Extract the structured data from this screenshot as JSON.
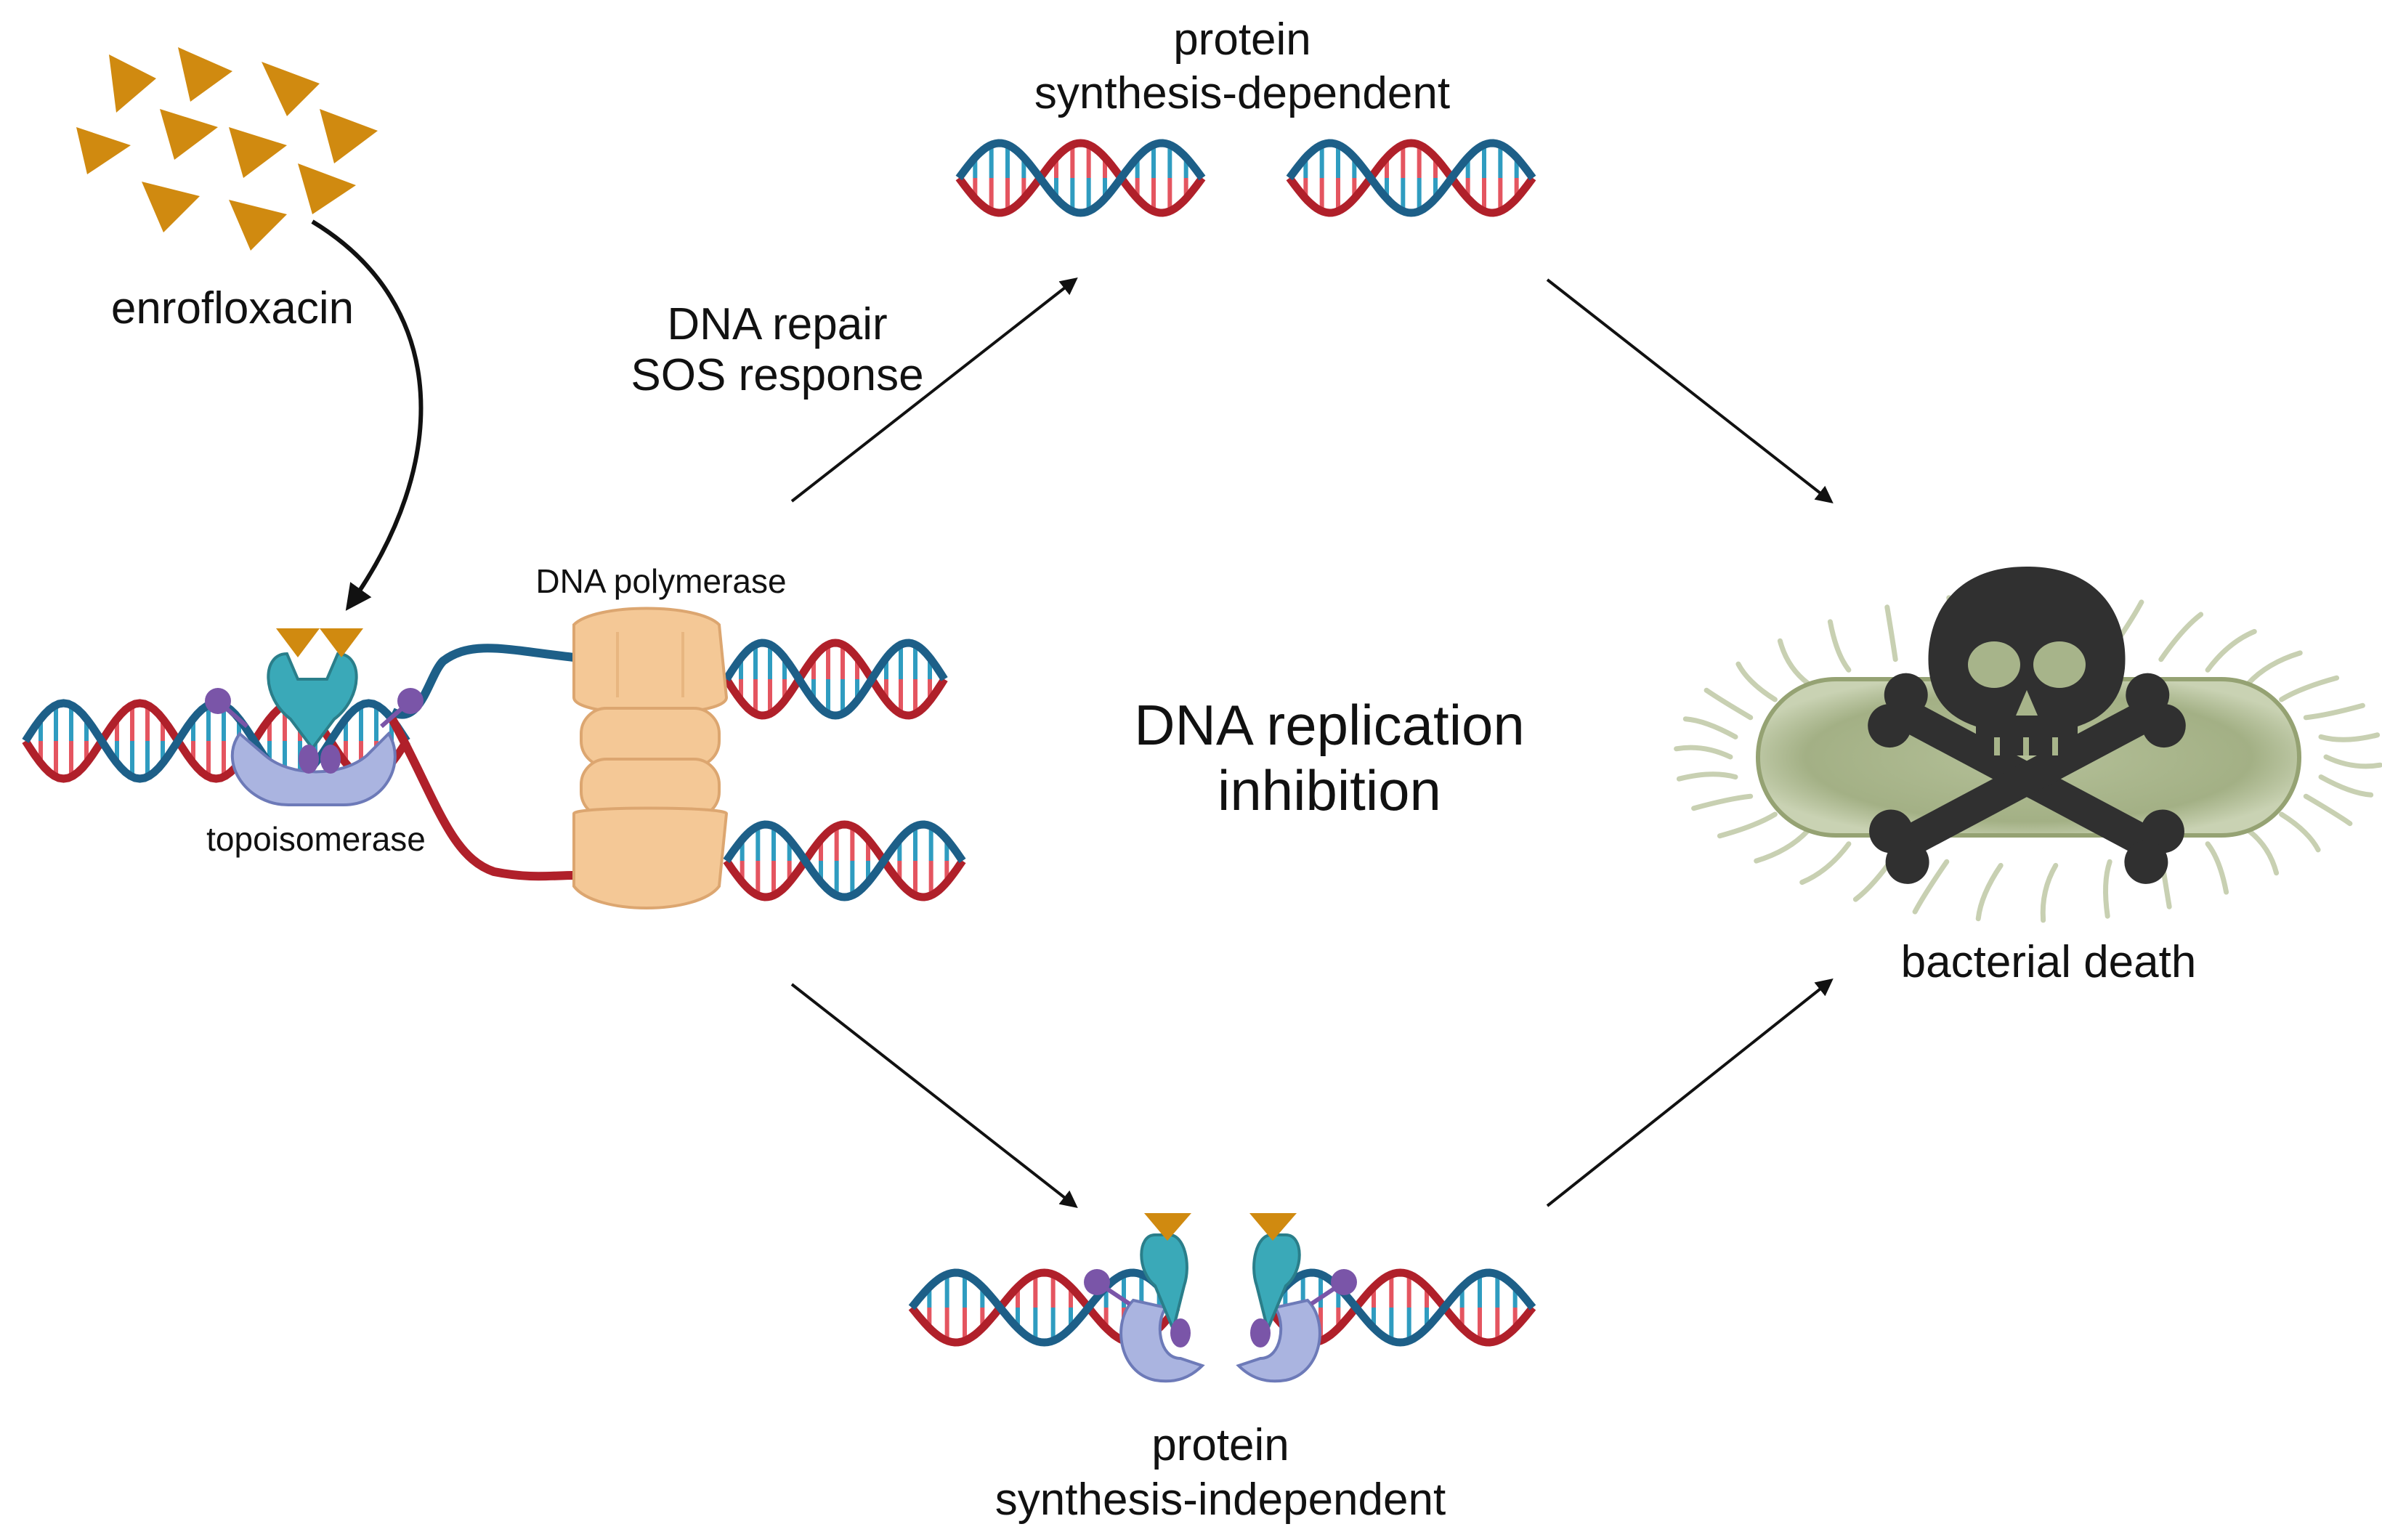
{
  "labels": {
    "enrofloxacin": "enrofloxacin",
    "topoisomerase": "topoisomerase",
    "dna_polymerase": "DNA polymerase",
    "repair_line1": "DNA repair",
    "repair_line2": "SOS response",
    "dependent_line1": "protein",
    "dependent_line2": "synthesis-dependent",
    "independent_line1": "protein",
    "independent_line2": "synthesis-independent",
    "center_line1": "DNA replication",
    "center_line2": "inhibition",
    "death": "bacterial death"
  },
  "colors": {
    "drug": "#d08a10",
    "dna_red": "#b0202a",
    "dna_blue": "#1d5f88",
    "rung_red": "#e45560",
    "rung_blue": "#2f9cc0",
    "topo_teal": "#3aa9b8",
    "topo_lavender": "#aab4e0",
    "topo_purple": "#7a55a8",
    "polymerase": "#f4c896",
    "bacterium": "#a7b48a",
    "skull": "#303030",
    "arrow": "#111111"
  }
}
